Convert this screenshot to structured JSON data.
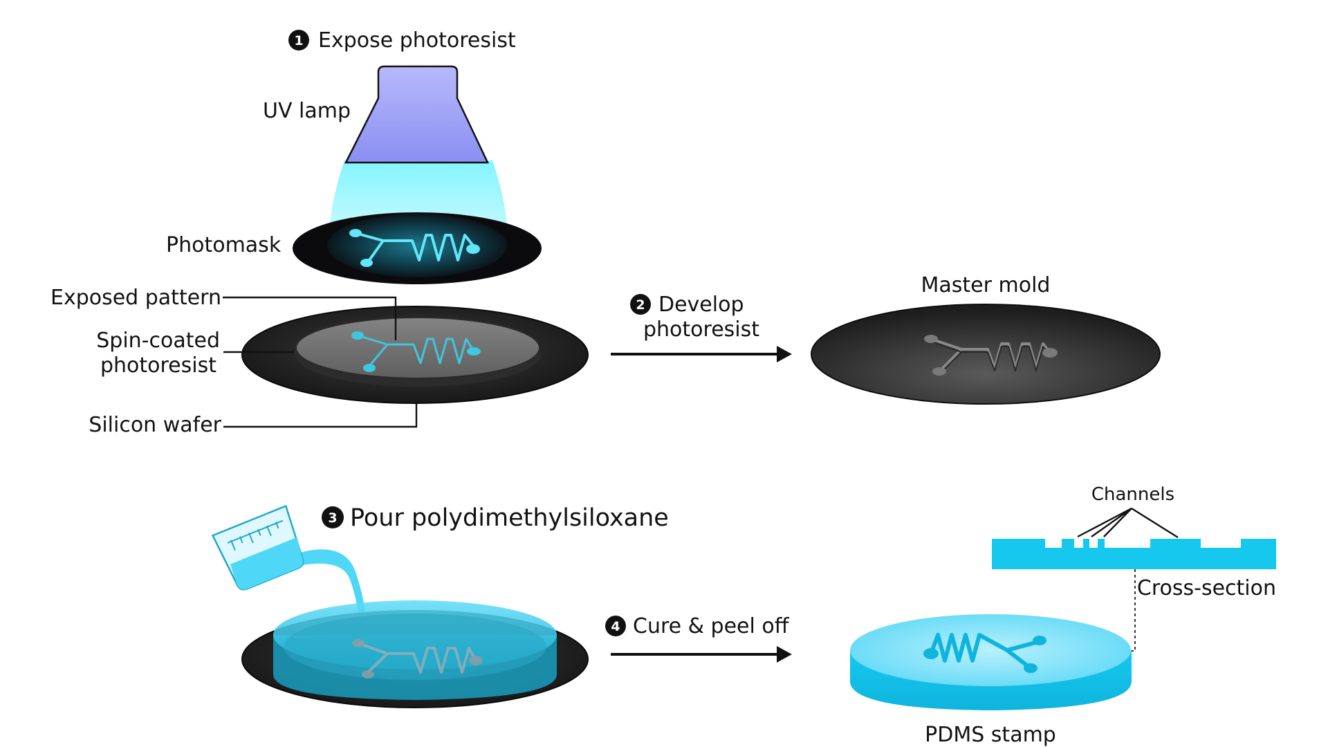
{
  "colors": {
    "uv_lamp": "#9196f4",
    "uv_glow": "#7df4ff",
    "photomask": "#0d0d10",
    "mask_pattern": "#63e6f7",
    "wafer": "#1c1c1c",
    "photoresist": "#6e6e6e",
    "pdms": "#16c8ee",
    "pdms_light": "#63def9"
  },
  "steps": [
    {
      "number": "1",
      "label": "Expose photoresist"
    },
    {
      "number": "2",
      "label_line1": "Develop",
      "label_line2": "photoresist"
    },
    {
      "number": "3",
      "label": "Pour polydimethylsiloxane"
    },
    {
      "number": "4",
      "label": "Cure & peel off"
    }
  ],
  "labels": {
    "uv_lamp": "UV lamp",
    "photomask": "Photomask",
    "exposed_pattern": "Exposed pattern",
    "spin_coated_line1": "Spin-coated",
    "spin_coated_line2": "photoresist",
    "silicon_wafer": "Silicon wafer",
    "master_mold": "Master mold",
    "channels": "Channels",
    "cross_section": "Cross-section",
    "pdms_stamp": "PDMS stamp"
  },
  "icons": {
    "step_marker": "filled-circle-number",
    "beaker": "measuring-beaker-icon",
    "arrow": "right-arrow"
  }
}
